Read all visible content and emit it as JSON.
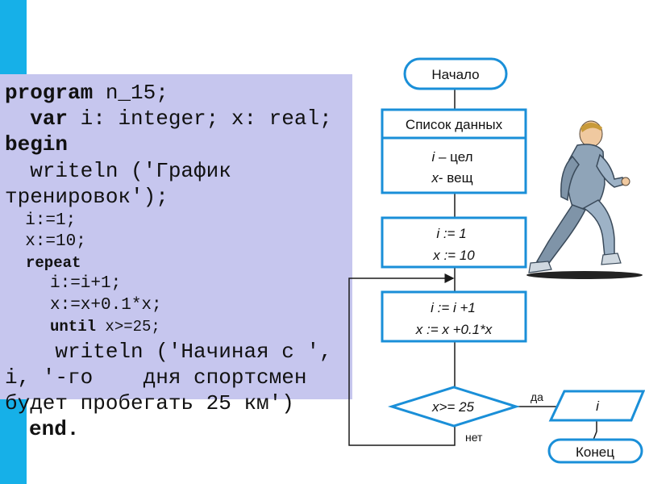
{
  "code": {
    "line1_kw": "program",
    "line1_rest": " n_15;",
    "line2_indent": "  ",
    "line2_kw": "var",
    "line2_rest": " i: integer; x: real;",
    "line3_kw": "begin",
    "line4": "  writeln ('График",
    "line5": "тренировок');",
    "line6": "  i:=1;",
    "line7": "  x:=10;",
    "line8_kw": "repeat",
    "line9": "i:=i+1;",
    "line10": "x:=x+0.1*x;",
    "line11_kw": "until",
    "line11_rest": " x>=25;",
    "line12": "    writeln ('Начиная с ',",
    "line13": "i, '-го    дня спортсмен",
    "line14": "будет пробегать 25 км')",
    "line15_kw": "end."
  },
  "flowchart": {
    "start": "Начало",
    "data_header": "Список данных",
    "data_var_i": "i",
    "data_var_i_type": " – цел",
    "data_var_x": "x",
    "data_var_x_type": "- вещ",
    "init_i": "i := 1",
    "init_x": "x := 10",
    "step_i": "i := i +1",
    "step_x": "x := x +0.1*x",
    "condition": "x>= 25",
    "yes_label": "да",
    "no_label": "нет",
    "output": "i",
    "end": "Конец"
  },
  "colors": {
    "side_bar": "#16b0e8",
    "code_panel": "#c6c6ee",
    "flow_border": "#1a8fd8"
  },
  "illustration": "running-man-icon"
}
